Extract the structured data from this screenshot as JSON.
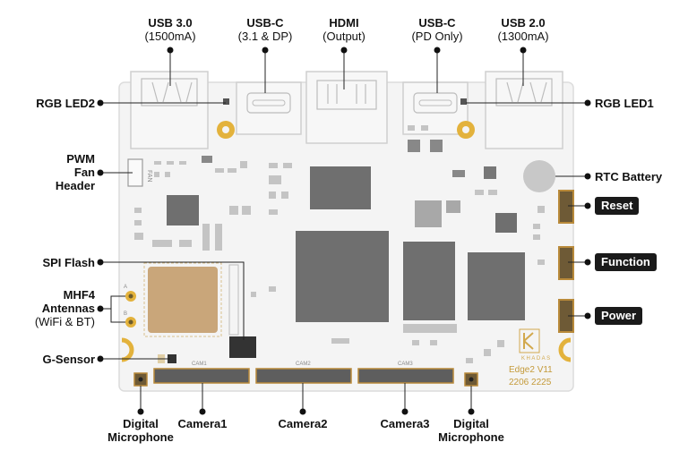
{
  "top_ports": [
    {
      "name": "USB 3.0",
      "detail": "(1500mA)"
    },
    {
      "name": "USB-C",
      "detail": "(3.1 & DP)"
    },
    {
      "name": "HDMI",
      "detail": "(Output)"
    },
    {
      "name": "USB-C",
      "detail": "(PD Only)"
    },
    {
      "name": "USB 2.0",
      "detail": "(1300mA)"
    }
  ],
  "left_labels": {
    "rgb_led2": "RGB LED2",
    "pwm_fan_header": [
      "PWM",
      "Fan",
      "Header"
    ],
    "spi_flash": "SPI Flash",
    "mhf4_antennas": [
      "MHF4",
      "Antennas"
    ],
    "mhf4_detail": "(WiFi & BT)",
    "g_sensor": "G-Sensor"
  },
  "right_labels": {
    "rgb_led1": "RGB LED1",
    "rtc_battery": "RTC Battery"
  },
  "buttons": {
    "reset": "Reset",
    "function": "Function",
    "power": "Power"
  },
  "bottom_labels": {
    "digital_microphone_left": [
      "Digital",
      "Microphone"
    ],
    "camera1": "Camera1",
    "camera2": "Camera2",
    "camera3": "Camera3",
    "digital_microphone_right": [
      "Digital",
      "Microphone"
    ]
  },
  "silkscreen": {
    "fan": "FAN",
    "cam1": "CAM1",
    "cam2": "CAM2",
    "cam3": "CAM3",
    "brand": "KHADAS",
    "model": "Edge2 V11",
    "date": "2206 2225",
    "ant_a": "A",
    "ant_b": "B"
  },
  "colors": {
    "board": "#f4f4f4",
    "board_edge": "#e6e6e6",
    "chip": "#6f6f6f",
    "chip_light": "#a8a8a8",
    "gold": "#e3b23c",
    "module": "#c9a67a",
    "connector": "#b98a3a"
  }
}
